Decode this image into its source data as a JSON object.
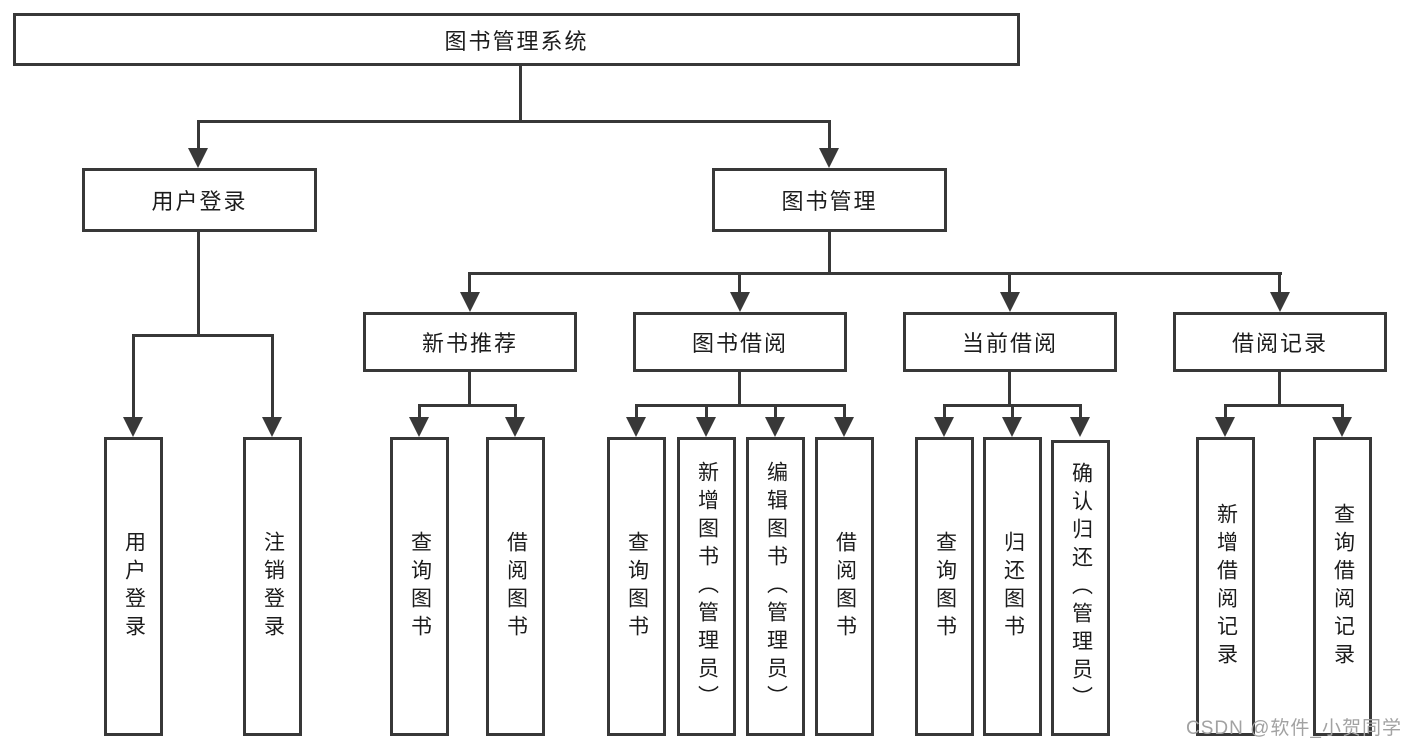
{
  "diagram": {
    "type": "tree-structure-chart",
    "nodes": {
      "root": "图书管理系统",
      "user_login": "用户登录",
      "book_mgmt": "图书管理",
      "ul_login": "用户登录",
      "ul_logout": "注销登录",
      "new_books": "新书推荐",
      "borrow": "图书借阅",
      "current": "当前借阅",
      "records": "借阅记录",
      "nb_query": "查询图书",
      "nb_borrow": "借阅图书",
      "bw_query": "查询图书",
      "bw_add": "新增图书（管理员）",
      "bw_edit": "编辑图书（管理员）",
      "bw_borrow": "借阅图书",
      "cu_query": "查询图书",
      "cu_return": "归还图书",
      "cu_confirm": "确认归还（管理员）",
      "rc_add": "新增借阅记录",
      "rc_query": "查询借阅记录"
    },
    "edges": [
      [
        "root",
        "user_login"
      ],
      [
        "root",
        "book_mgmt"
      ],
      [
        "user_login",
        "ul_login"
      ],
      [
        "user_login",
        "ul_logout"
      ],
      [
        "book_mgmt",
        "new_books"
      ],
      [
        "book_mgmt",
        "borrow"
      ],
      [
        "book_mgmt",
        "current"
      ],
      [
        "book_mgmt",
        "records"
      ],
      [
        "new_books",
        "nb_query"
      ],
      [
        "new_books",
        "nb_borrow"
      ],
      [
        "borrow",
        "bw_query"
      ],
      [
        "borrow",
        "bw_add"
      ],
      [
        "borrow",
        "bw_edit"
      ],
      [
        "borrow",
        "bw_borrow"
      ],
      [
        "current",
        "cu_query"
      ],
      [
        "current",
        "cu_return"
      ],
      [
        "current",
        "cu_confirm"
      ],
      [
        "records",
        "rc_add"
      ],
      [
        "records",
        "rc_query"
      ]
    ],
    "colors": {
      "line": "#383838",
      "text": "#1c1c1c",
      "background": "#ffffff",
      "watermark": "#a2a2a2"
    }
  },
  "watermark": "CSDN @软件_小贺同学"
}
